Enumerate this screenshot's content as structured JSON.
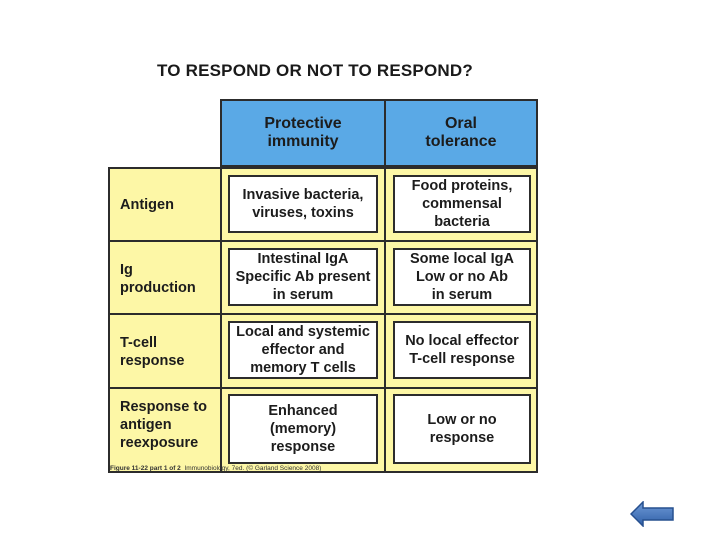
{
  "slide": {
    "title": "TO RESPOND OR NOT TO RESPOND?"
  },
  "table": {
    "columns": [
      "Protective\nimmunity",
      "Oral\ntolerance"
    ],
    "rows": [
      {
        "label": "Antigen",
        "protective": "Invasive bacteria,\nviruses, toxins",
        "oral": "Food proteins,\ncommensal\nbacteria"
      },
      {
        "label": "Ig\nproduction",
        "protective": "Intestinal IgA\nSpecific Ab present\nin serum",
        "oral": "Some local IgA\nLow or no Ab\nin serum"
      },
      {
        "label": "T-cell\nresponse",
        "protective": "Local and systemic\neffector and\nmemory T cells",
        "oral": "No local effector\nT-cell response"
      },
      {
        "label": "Response to\nantigen\nreexposure",
        "protective": "Enhanced\n(memory)\nresponse",
        "oral": "Low or no\nresponse"
      }
    ]
  },
  "caption": {
    "figure_ref": "Figure 11-22 part 1 of 2",
    "source": "Immunobiology, 7ed. (© Garland Science 2008)"
  },
  "nav": {
    "back_icon": "left-arrow-icon",
    "arrow_color": "#3d6fb6"
  },
  "colors": {
    "header_blue": "#5aa9e6",
    "body_yellow": "#fdf7a6"
  }
}
